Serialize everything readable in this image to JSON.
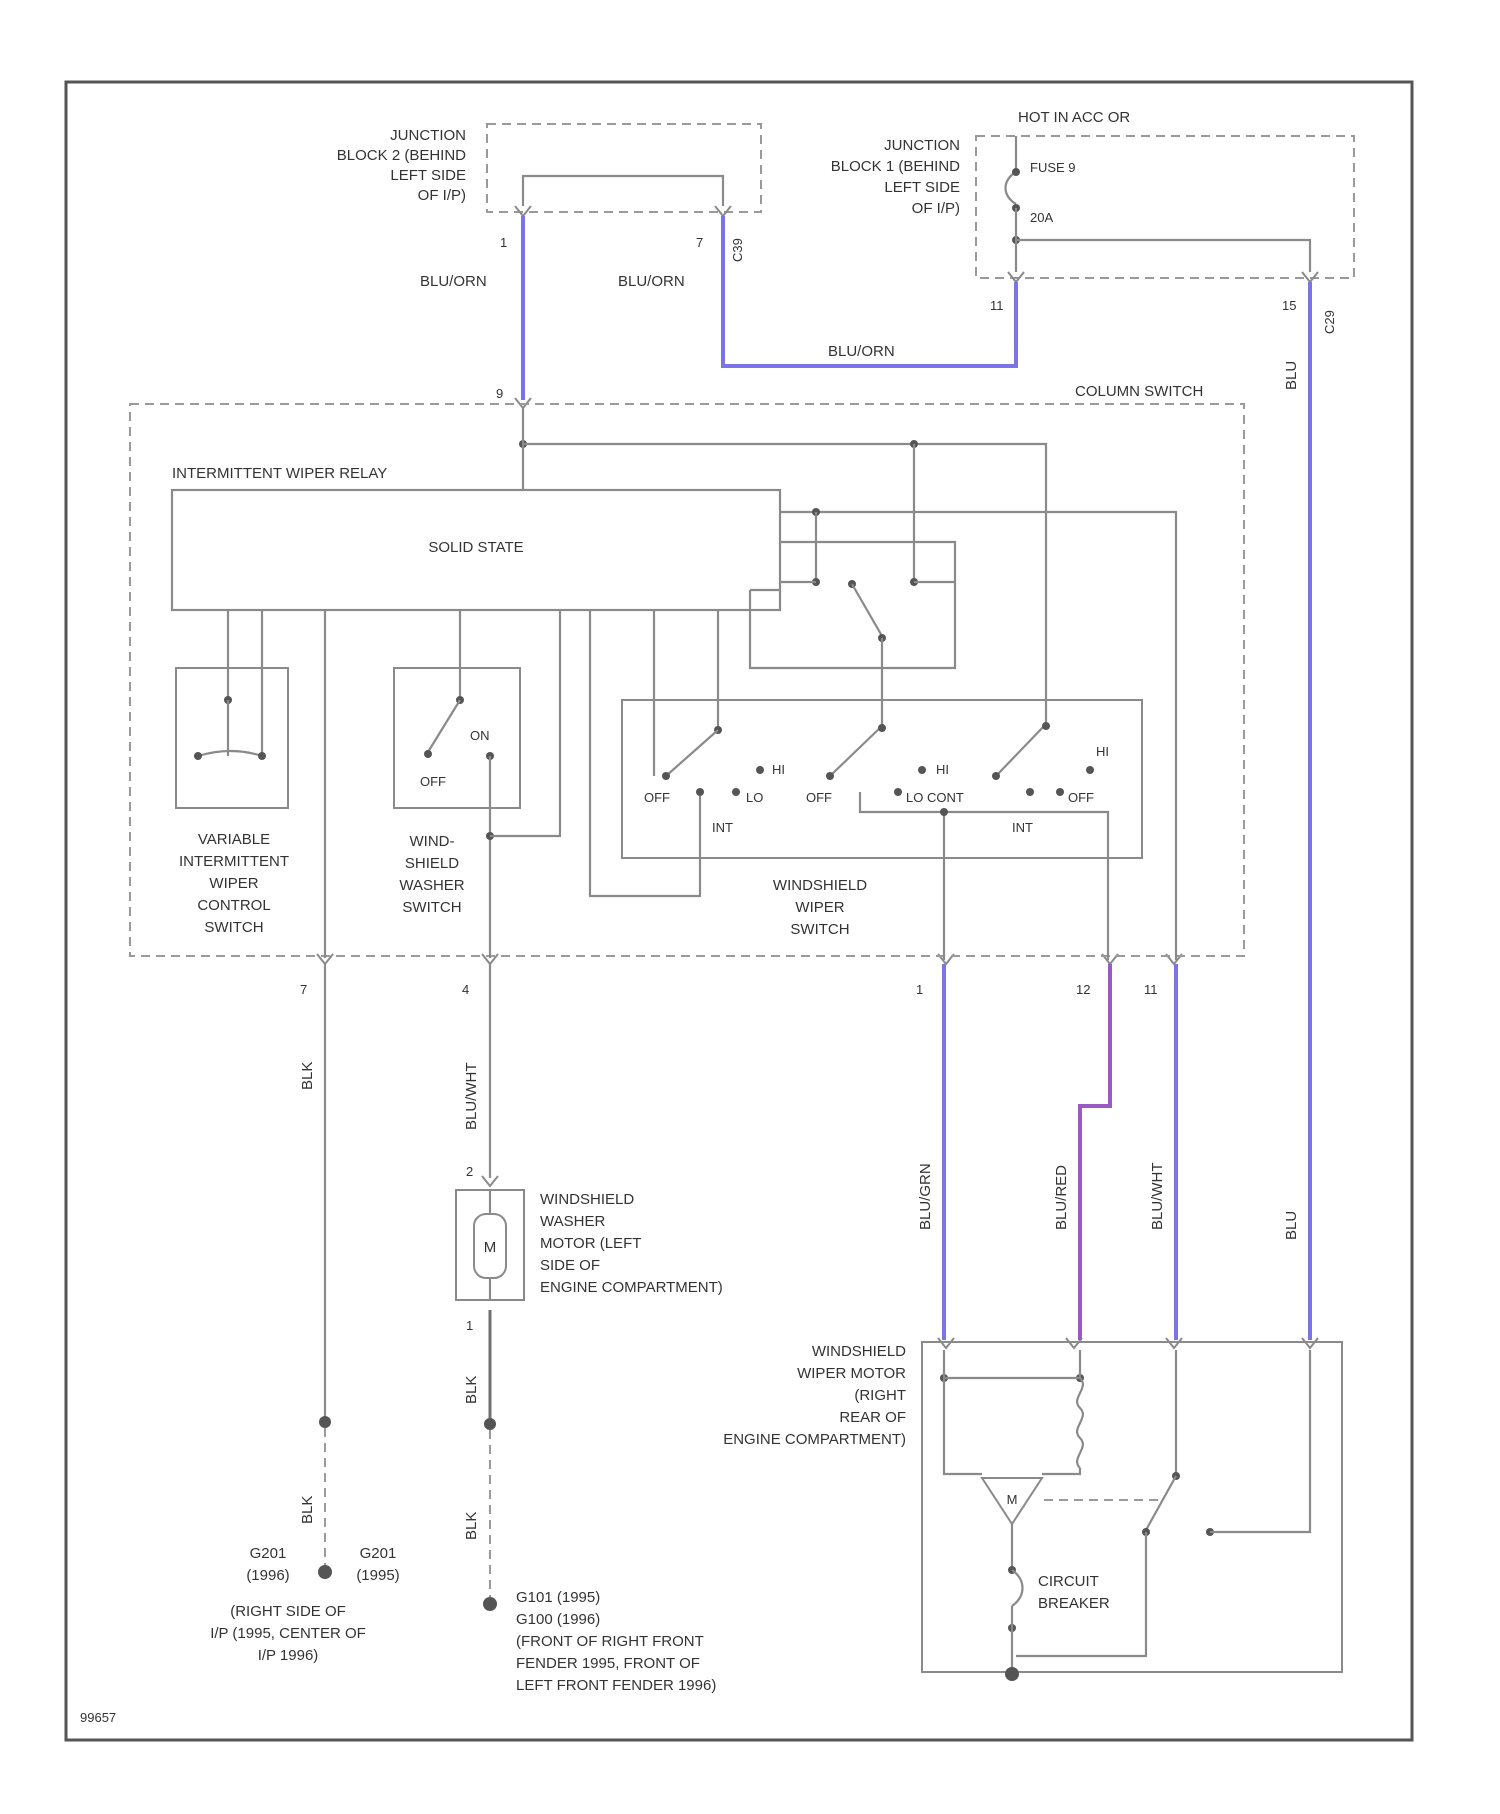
{
  "colors": {
    "wire": "#8a8a8a",
    "blue_wire": "#7c73e6",
    "violet_wire": "#9a5ac6",
    "frame": "#555555"
  },
  "components": {
    "junction_block_2": [
      "JUNCTION",
      "BLOCK 2 (BEHIND",
      "LEFT SIDE",
      "OF I/P)"
    ],
    "junction_block_1": [
      "JUNCTION",
      "BLOCK 1 (BEHIND",
      "LEFT SIDE",
      "OF I/P)"
    ],
    "hot_label": "HOT IN ACC OR",
    "fuse_name": "FUSE 9",
    "fuse_rating": "20A",
    "column_switch": "COLUMN SWITCH",
    "intermittent_wiper_relay": "INTERMITTENT WIPER RELAY",
    "solid_state": "SOLID STATE",
    "variable_intermittent_switch": [
      "VARIABLE",
      "INTERMITTENT",
      "WIPER",
      "CONTROL",
      "SWITCH"
    ],
    "washer_switch": [
      "WIND-",
      "SHIELD",
      "WASHER",
      "SWITCH"
    ],
    "wiper_switch": [
      "WINDSHIELD",
      "WIPER",
      "SWITCH"
    ],
    "washer_motor": [
      "WINDSHIELD",
      "WASHER",
      "MOTOR (LEFT",
      "SIDE OF",
      "ENGINE COMPARTMENT)"
    ],
    "wiper_motor": [
      "WINDSHIELD",
      "WIPER MOTOR",
      "(RIGHT",
      "REAR OF",
      "ENGINE COMPARTMENT)"
    ],
    "circuit_breaker": [
      "CIRCUIT",
      "BREAKER"
    ],
    "ground_left": [
      "G201",
      "(1996)",
      "(RIGHT SIDE OF",
      "I/P (1995, CENTER OF",
      "I/P 1996)"
    ],
    "ground_left_2": [
      "G201",
      "(1995)"
    ],
    "ground_right": [
      "G101 (1995)",
      "G100 (1996)",
      "(FRONT OF RIGHT FRONT",
      "FENDER 1995, FRONT OF",
      "LEFT FRONT FENDER 1996)"
    ],
    "motor_symbol": "M"
  },
  "switch_labels": {
    "off": "OFF",
    "on": "ON",
    "lo": "LO",
    "hi": "HI",
    "int": "INT",
    "lo_cont": "LO CONT",
    "hi2": "HI",
    "off2": "OFF"
  },
  "wire_colors": {
    "blu_orn_1": "BLU/ORN",
    "blu_orn_2": "BLU/ORN",
    "blu_orn_3": "BLU/ORN",
    "blu_top": "BLU",
    "blk_1": "BLK",
    "blu_wht": "BLU/WHT",
    "blu_grn": "BLU/GRN",
    "blu_red": "BLU/RED",
    "blu_wht2": "BLU/WHT",
    "blu_right": "BLU",
    "blk_2": "BLK",
    "blk_3": "BLK",
    "blk_4": "BLK"
  },
  "pins": {
    "jb2_left": "1",
    "jb2_right": "7",
    "jb2_conn": "C39",
    "jb1_left": "11",
    "jb1_right": "15",
    "jb1_conn": "C29",
    "cs_top": "9",
    "cs_b1": "7",
    "cs_b2": "4",
    "cs_b3": "1",
    "cs_b4": "12",
    "cs_b5": "11",
    "wm_top": "2",
    "wm_bot": "1"
  },
  "figure_id": "99657"
}
